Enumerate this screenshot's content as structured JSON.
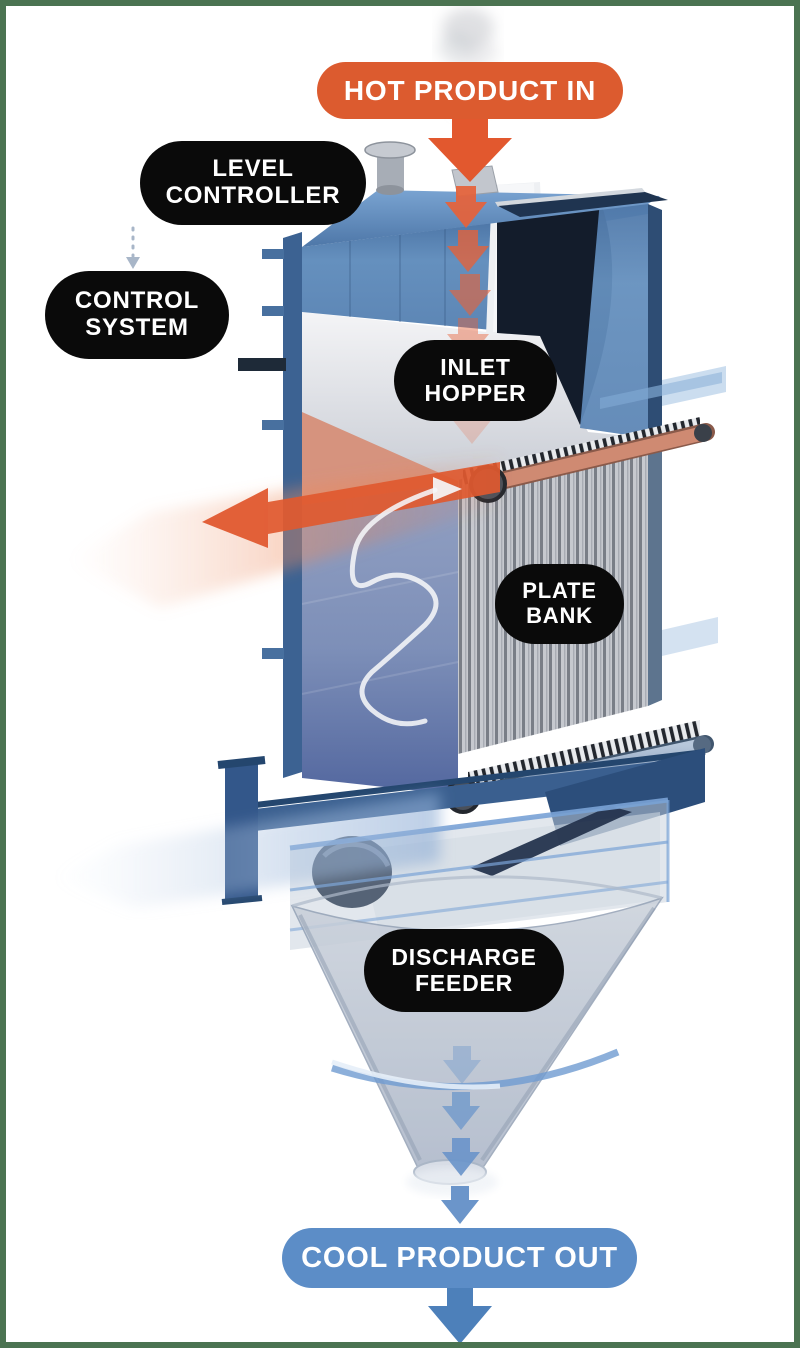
{
  "page": {
    "background_color": "#FFFFFF",
    "border_color": "#4B7351",
    "description": "Cutaway diagram of a vertical plate-bank bulk solids heat exchanger showing hot product flowing in the top and cool product discharging from the bottom cone"
  },
  "labels": {
    "hot_product_in": {
      "text": "HOT PRODUCT IN",
      "bg_color": "#DC5B2F",
      "text_color": "#FFFFFF"
    },
    "level_controller": {
      "lines": [
        "LEVEL",
        "CONTROLLER"
      ],
      "bg_color": "#0A0A0A",
      "text_color": "#FFFFFF"
    },
    "control_system": {
      "lines": [
        "CONTROL",
        "SYSTEM"
      ],
      "bg_color": "#0A0A0A",
      "text_color": "#FFFFFF"
    },
    "inlet_hopper": {
      "lines": [
        "INLET",
        "HOPPER"
      ],
      "bg_color": "#0A0A0A",
      "text_color": "#FFFFFF"
    },
    "plate_bank": {
      "lines": [
        "PLATE",
        "BANK"
      ],
      "bg_color": "#0A0A0A",
      "text_color": "#FFFFFF"
    },
    "discharge_feeder": {
      "lines": [
        "DISCHARGE",
        "FEEDER"
      ],
      "bg_color": "#0A0A0A",
      "text_color": "#FFFFFF"
    },
    "cool_product_out": {
      "text": "COOL PRODUCT OUT",
      "bg_color": "#5C8DC7",
      "text_color": "#FFFFFF"
    }
  },
  "flow": {
    "hot_arrow_color": "#E25E33",
    "cool_arrow_color": "#4D80BA",
    "hot_in_direction": "down into inlet hopper",
    "hot_exhaust_direction": "left out of plate bank",
    "cool_out_direction": "down through discharge cone",
    "level_sensor_link": "dashed arrow from LEVEL CONTROLLER to CONTROL SYSTEM"
  },
  "machine_colors": {
    "casing_blue": "#5D86B5",
    "casing_dark_blue": "#2E4D74",
    "interior_dark": "#141E2E",
    "hopper_white": "#EFF0F2",
    "hot_product_surface": "#D6937E",
    "coolant_wall": "#7D8FB8",
    "plate_gray": "#C6C9CF",
    "header_tube": "#CF8A72",
    "cone_gray": "#BCC5D2"
  }
}
